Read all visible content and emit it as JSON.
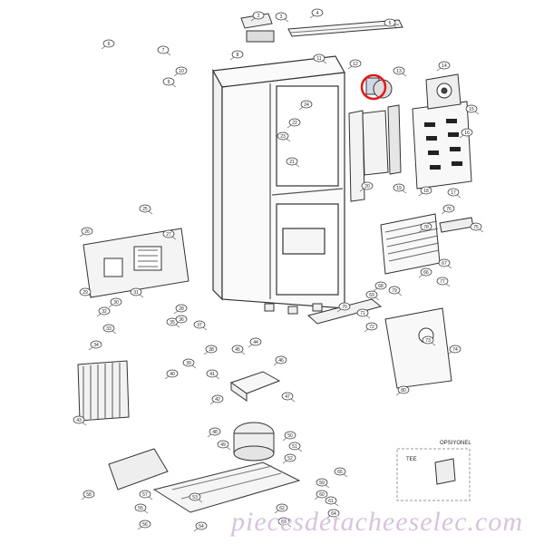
{
  "diagram": {
    "callouts": [
      "2",
      "3",
      "4",
      "5",
      "6",
      "7",
      "8",
      "9",
      "10",
      "11",
      "12",
      "13",
      "14",
      "15",
      "16",
      "17",
      "18",
      "19",
      "20",
      "21",
      "22",
      "23",
      "24",
      "25",
      "26",
      "27",
      "28",
      "29",
      "30",
      "31",
      "32",
      "33",
      "34",
      "35",
      "36",
      "37",
      "38",
      "39",
      "40",
      "41",
      "42",
      "43",
      "44",
      "45",
      "46",
      "47",
      "48",
      "49",
      "50",
      "51",
      "52",
      "53",
      "54",
      "55",
      "56",
      "57",
      "58",
      "59",
      "60",
      "61",
      "62",
      "63",
      "64",
      "65",
      "66",
      "67",
      "68",
      "69",
      "70",
      "71",
      "72",
      "73",
      "74",
      "75",
      "76",
      "77",
      "78",
      "79",
      "80"
    ],
    "optional_box_title": "OPSIYONEL",
    "optional_box_label": "TEE",
    "highlight_color": "#e11919"
  },
  "watermark": "piecesdetacheeselec.com"
}
